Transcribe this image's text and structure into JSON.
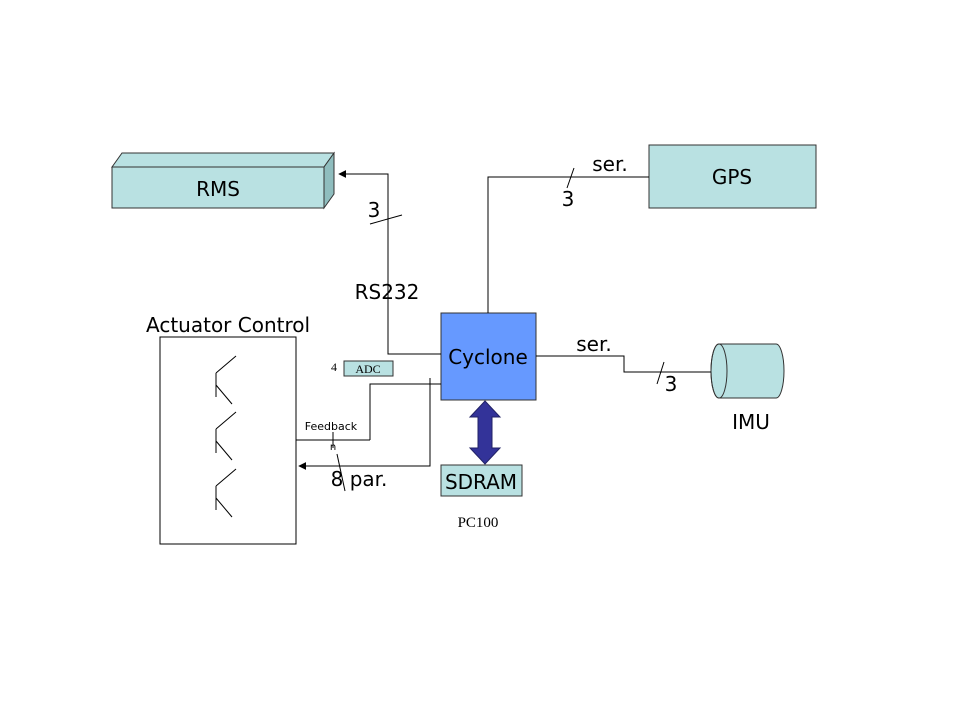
{
  "blocks": {
    "rms": "RMS",
    "gps": "GPS",
    "cyclone": "Cyclone",
    "sdram": "SDRAM",
    "adc": "ADC",
    "imu": "IMU"
  },
  "labels": {
    "actuator_control": "Actuator Control",
    "rs232": "RS232",
    "rms_bus_width": "3",
    "gps_ser": "ser.",
    "gps_bus_width": "3",
    "imu_ser": "ser.",
    "imu_bus_width": "3",
    "adc_bus_width": "4",
    "feedback": "Feedback",
    "feedback_n": "n",
    "par_bus": "8 par.",
    "pc100": "PC100"
  },
  "colors": {
    "block_fill": "#b9e1e2",
    "cyclone_fill": "#6699ff",
    "sdram_arrow": "#333399",
    "line": "#000000"
  }
}
